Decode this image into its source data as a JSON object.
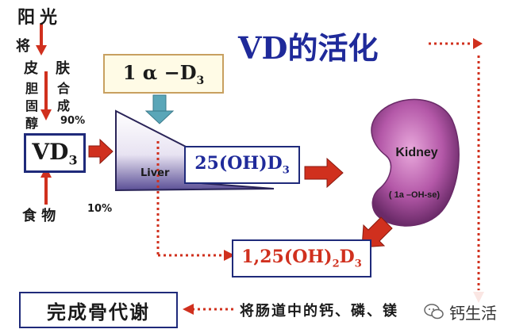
{
  "source": {
    "sunlight": "阳光",
    "action_jiang": "将",
    "skin_char1": "皮",
    "skin_char2": "肤",
    "bile_char1": "胆",
    "bile_char2": "固",
    "bile_char3": "醇",
    "synth_char1": "合",
    "synth_char2": "成",
    "percent_90": "90%",
    "food": "食 物",
    "percent_10": "10%"
  },
  "boxes": {
    "vd3": "VD",
    "vd3_sub": "3",
    "enzyme_prefix": "1 α −D",
    "enzyme_sub": "3",
    "liver_label": "Liver",
    "oh_d3": "25(OH)D",
    "oh_d3_sub": "3",
    "kidney_label": "Kidney",
    "kidney_enzyme": "( 1a –OH-se)",
    "active_prefix": "1,25(OH)",
    "active_sub1": "2",
    "active_mid": "D",
    "active_sub2": "3"
  },
  "title": {
    "vd": "VD",
    "rest": "的活化"
  },
  "bottom": {
    "metabolism": "完成骨代谢",
    "intestine_text": "将肠道中的钙、磷、镁"
  },
  "watermark": {
    "text": "钙生活"
  },
  "colors": {
    "arrow_red": "#d0301e",
    "box_border": "#1f2a7a",
    "title_blue": "#1f2a9a",
    "enzyme_fill": "#fffbe6",
    "enzyme_border": "#c8a060",
    "kidney_purple": "#a44d9a",
    "teal_arrow": "#5aa6b8"
  }
}
